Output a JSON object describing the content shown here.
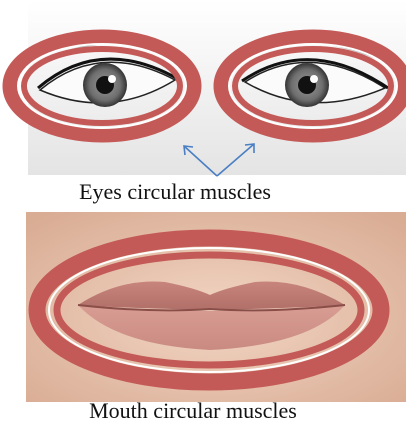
{
  "captions": {
    "eyes": "Eyes circular muscles",
    "mouth": "Mouth circular muscles"
  },
  "colors": {
    "muscle_ring": "#c35a57",
    "ring_highlight": "#ffffff",
    "arrow": "#4a7fc4",
    "skin_face": "#eccdb9",
    "lip": "#c98f86",
    "eye_skin": "#ececec"
  },
  "icons": [
    "left-eye",
    "right-eye",
    "lips",
    "arrow-icon"
  ]
}
